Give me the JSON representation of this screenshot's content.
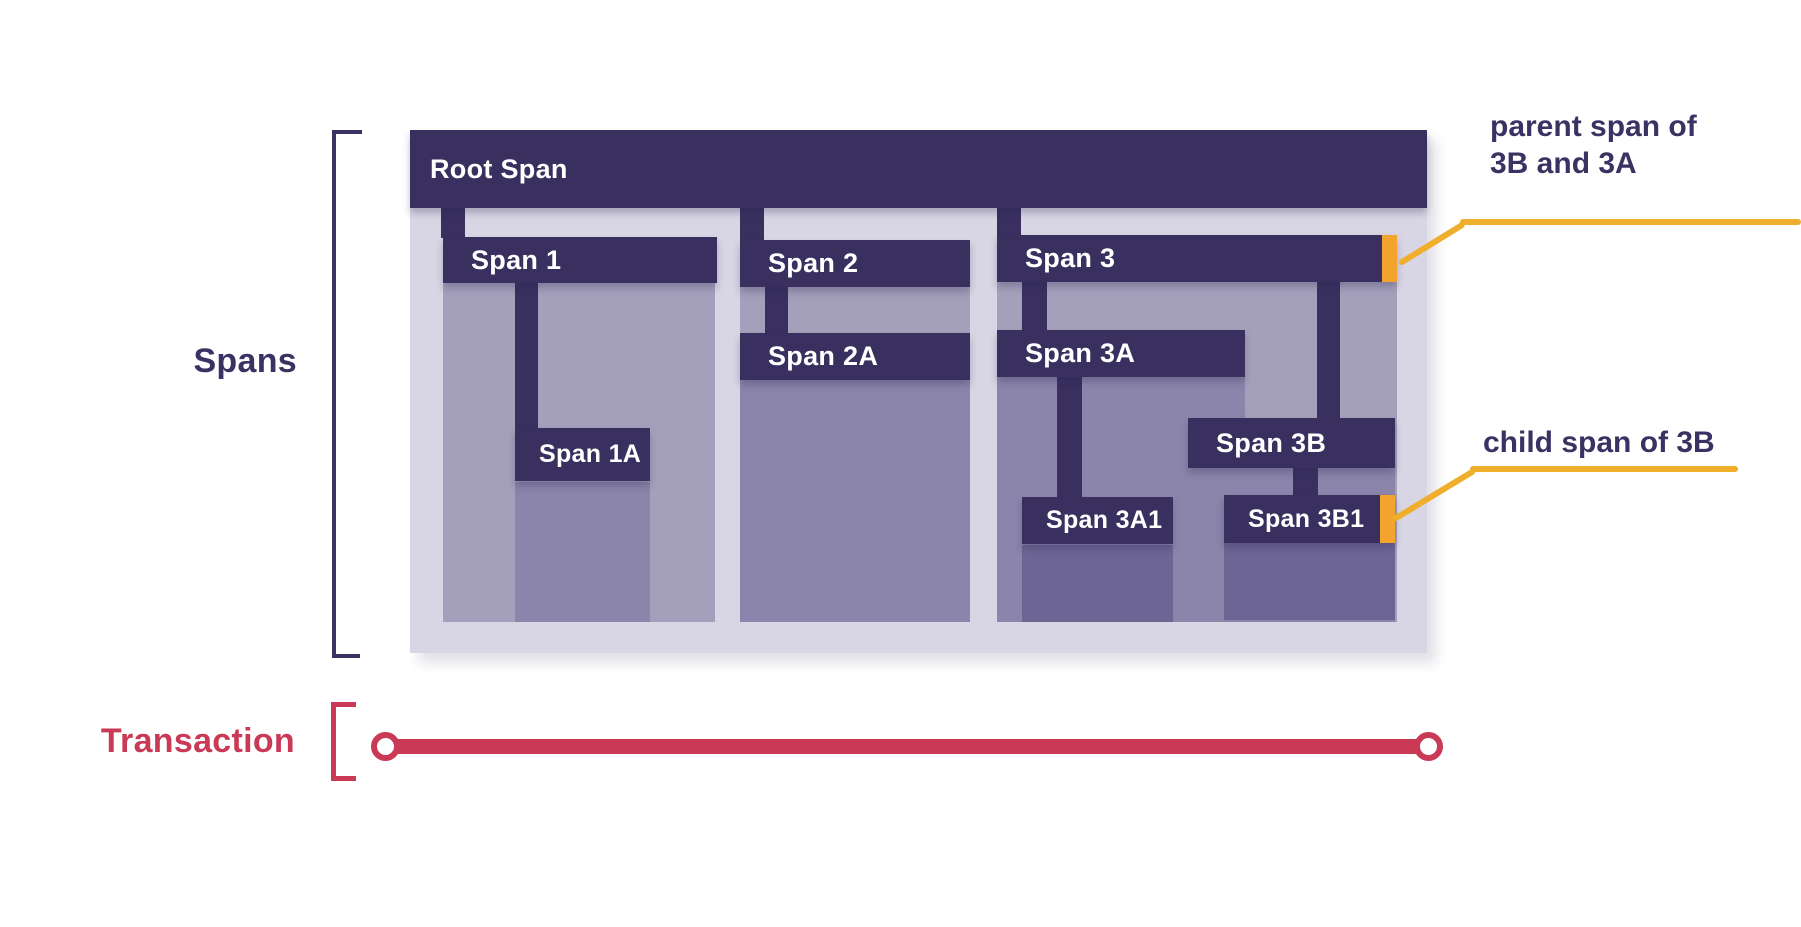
{
  "diagram": {
    "side_label": "Spans",
    "bottom_label": "Transaction",
    "spans": {
      "root": {
        "label": "Root Span"
      },
      "span1": {
        "label": "Span 1"
      },
      "span1a": {
        "label": "Span 1A"
      },
      "span2": {
        "label": "Span 2"
      },
      "span2a": {
        "label": "Span 2A"
      },
      "span3": {
        "label": "Span 3"
      },
      "span3a": {
        "label": "Span 3A"
      },
      "span3a1": {
        "label": "Span 3A1"
      },
      "span3b": {
        "label": "Span 3B"
      },
      "span3b1": {
        "label": "Span 3B1"
      }
    },
    "hierarchy": {
      "Root Span": [
        "Span 1",
        "Span 2",
        "Span 3"
      ],
      "Span 1": [
        "Span 1A"
      ],
      "Span 2": [
        "Span 2A"
      ],
      "Span 3": [
        "Span 3A",
        "Span 3B"
      ],
      "Span 3A": [
        "Span 3A1"
      ],
      "Span 3B": [
        "Span 3B1"
      ]
    },
    "annotations": {
      "parent_line1": "parent span of",
      "parent_line2": "3B and 3A",
      "child": "child span of 3B"
    },
    "colors": {
      "span_bar": "#393060",
      "container_background": "#d8d6e4",
      "body_depth1": "#a4a0bb",
      "body_depth2": "#8b85ab",
      "body_depth3": "#6d6695",
      "highlight_marker_orange": "#f2a42e",
      "callout_line_yellow": "#efae2c",
      "transaction_red": "#ca3a57",
      "text_navy": "#3b3263"
    }
  }
}
